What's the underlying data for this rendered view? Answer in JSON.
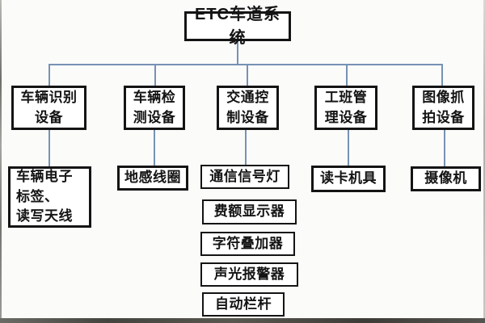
{
  "diagram": {
    "title": "ETC车道系统",
    "columns": [
      {
        "parent": "车辆识别\n设备",
        "children": [
          "车辆电子\n标签、\n读写天线"
        ]
      },
      {
        "parent": "车辆检\n测设备",
        "children": [
          "地感线圈"
        ]
      },
      {
        "parent": "交通控\n制设备",
        "children": [
          "通信信号灯",
          "费额显示器",
          "字符叠加器",
          "声光报警器",
          "自动栏杆"
        ]
      },
      {
        "parent": "工班管\n理设备",
        "children": [
          "读卡机具"
        ]
      },
      {
        "parent": "图像抓\n拍设备",
        "children": [
          "摄像机"
        ]
      }
    ],
    "colors": {
      "connector": "#7792b4",
      "box_border": "#141414",
      "background": "#fbfbfa"
    }
  }
}
